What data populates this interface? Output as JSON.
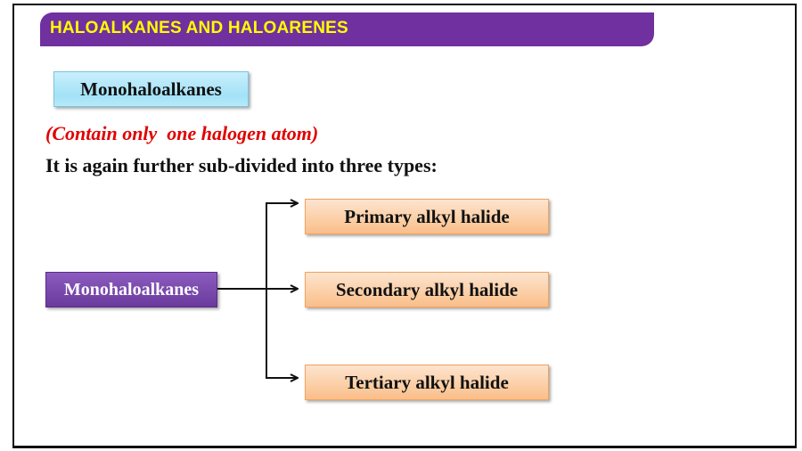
{
  "slide": {
    "header_title": "HALOALKANES AND HALOARENES",
    "topic_label": "Monohaloalkanes",
    "note": "(Contain only  one halogen atom)",
    "description": "It is again further sub-divided into three types:"
  },
  "diagram": {
    "root": "Monohaloalkanes",
    "children": [
      {
        "label": "Primary alkyl halide"
      },
      {
        "label": "Secondary alkyl halide"
      },
      {
        "label": "Tertiary alkyl halide"
      }
    ]
  },
  "colors": {
    "header_bg": "#7030a0",
    "header_text": "#ffff00",
    "note_text": "#e00000",
    "topic_box": "#a3e2f7",
    "root_box": "#7030a0",
    "leaf_box": "#fbc89a"
  }
}
